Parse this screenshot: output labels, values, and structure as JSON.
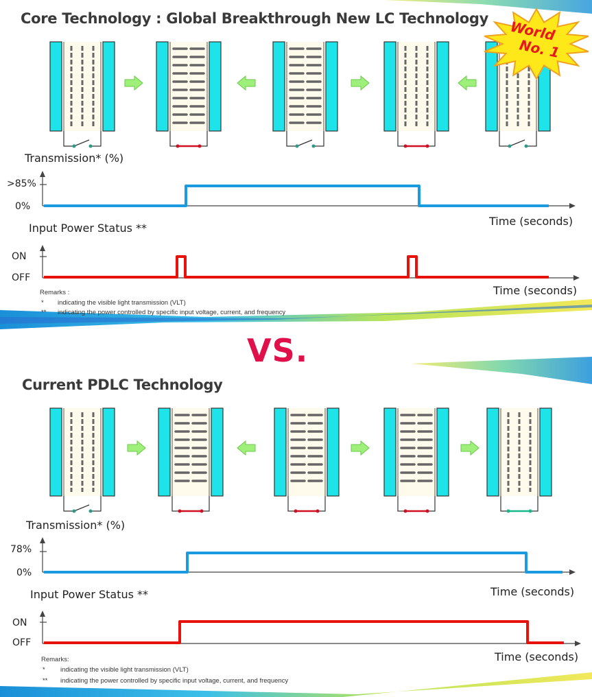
{
  "top": {
    "title": "Core Technology : Global Breakthrough New LC  Technology",
    "badge": {
      "line1": "World",
      "line2": "No. 1"
    },
    "transmission": {
      "label": "Transmission* (%)",
      "high_tick": ">85%",
      "low_tick": "0%",
      "x_label": "Time (seconds)"
    },
    "power": {
      "label": "Input Power Status **",
      "on_tick": "ON",
      "off_tick": "OFF",
      "x_label": "Time (seconds)"
    },
    "remarks": {
      "heading": "Remarks :",
      "r1_mark": "*",
      "r1_text": "indicating the visible light transmission (VLT)",
      "r2_mark": "**",
      "r2_text": "indicating the power controlled by specific input voltage, current, and frequency"
    }
  },
  "vs": "VS.",
  "bottom": {
    "title": "Current PDLC Technology",
    "transmission": {
      "label": "Transmission* (%)",
      "high_tick": "78%",
      "low_tick": "0%",
      "x_label": "Time (seconds)"
    },
    "power": {
      "label": "Input Power Status **",
      "on_tick": "ON",
      "off_tick": "OFF",
      "x_label": "Time (seconds)"
    },
    "remarks": {
      "heading": "Remarks:",
      "r1_mark": "*",
      "r1_text": "indicating the visible light transmission (VLT)",
      "r2_mark": "**",
      "r2_text": "indicating the power controlled by specific input voltage, current, and frequency"
    }
  },
  "colors": {
    "glass": "#1ee3e8",
    "arrow": "#9ef07a",
    "transmission_line": "#1a9be0",
    "power_line": "#e8120c",
    "vs": "#e0104a",
    "badge_fill": "#ffe81a"
  }
}
